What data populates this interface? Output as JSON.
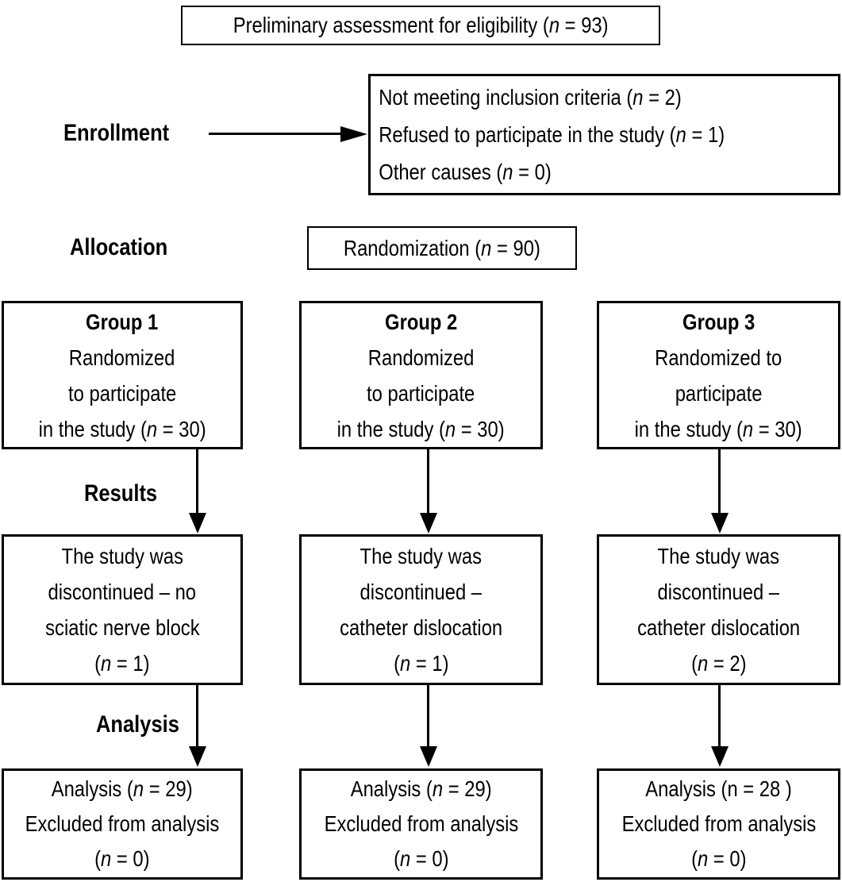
{
  "figure": {
    "kind": "consort-flow-diagram"
  },
  "colors": {
    "border": "#000000",
    "text": "#000000",
    "background": "#ffffff"
  },
  "stages": {
    "enrollment": "Enrollment",
    "allocation": "Allocation",
    "results": "Results",
    "analysis": "Analysis"
  },
  "top_box": {
    "text": "Preliminary assessment for eligibility (*n* = 93)"
  },
  "exclusion_box": {
    "lines": [
      "Not meeting inclusion criteria (*n* = 2)",
      "Refused to participate in the study (*n* = 1)",
      "Other causes (*n* = 0)"
    ]
  },
  "randomization_box": {
    "text": "Randomization (*n* = 90)"
  },
  "groups": [
    {
      "title": "Group 1",
      "lines": [
        "Randomized",
        "to participate",
        "in the study (*n* = 30)"
      ]
    },
    {
      "title": "Group 2",
      "lines": [
        "Randomized",
        "to participate",
        "in the study (*n* = 30)"
      ]
    },
    {
      "title": "Group 3",
      "lines": [
        "Randomized to",
        "participate",
        "in the study (*n* = 30)"
      ]
    }
  ],
  "results_boxes": [
    {
      "lines": [
        "The study was",
        "discontinued – no",
        "sciatic nerve block",
        "(*n* = 1)"
      ]
    },
    {
      "lines": [
        "The study was",
        "discontinued –",
        "catheter dislocation",
        "(*n* = 1)"
      ]
    },
    {
      "lines": [
        "The study was",
        "discontinued –",
        "catheter dislocation",
        "(*n* = 2)"
      ]
    }
  ],
  "analysis_boxes": [
    {
      "lines": [
        "Analysis (*n* = 29)",
        "Excluded from analysis",
        "(*n* = 0)"
      ]
    },
    {
      "lines": [
        "Analysis (*n* = 29)",
        "Excluded from analysis",
        "(*n* = 0)"
      ]
    },
    {
      "lines": [
        "Analysis (n = 28 )",
        "Excluded from analysis",
        "(*n* = 0)"
      ]
    }
  ]
}
